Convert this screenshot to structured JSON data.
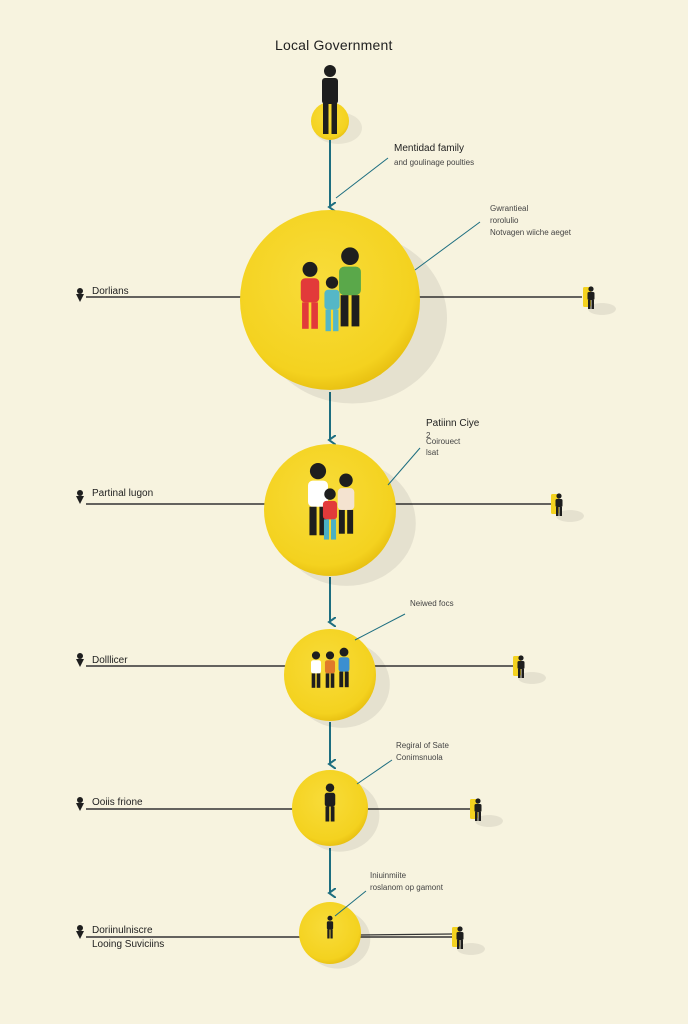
{
  "title": "Local Government",
  "colors": {
    "background": "#f7f3df",
    "node": "#f4d21f",
    "node_edge": "#e3b90c",
    "arrow": "#1d6e80",
    "line": "#333333",
    "figure": "#1e1e1e"
  },
  "top_figure_icon": "person-icon",
  "connectors": "down-arrow",
  "levels": [
    {
      "id": "level-1",
      "icon": "family-group-icon",
      "notes": [
        "Mentidad family",
        "and goulinage poulties"
      ],
      "side_label": "Dorlians"
    },
    {
      "id": "level-2",
      "icon": "family-group-icon",
      "notes": [
        "Gwrantieal",
        "rorolulio",
        "Notvagen wiiche aeget"
      ],
      "side_label": "Partinal lugon"
    },
    {
      "id": "level-3",
      "icon": "group-icon",
      "notes": [
        "Patiinn Ciye",
        "2",
        "Coirouect",
        "lsat"
      ],
      "side_label": "Dolllicer"
    },
    {
      "id": "level-4",
      "icon": "person-icon",
      "notes": [
        "Neiwed focs"
      ],
      "side_label": "Ooiis frione"
    },
    {
      "id": "level-5",
      "icon": "person-icon",
      "notes": [
        "Regiral of Sate",
        "Conimsnuola"
      ],
      "side_label": "Doriinulniscre"
    },
    {
      "id": "level-6",
      "icon": "person-icon",
      "notes": [
        "Iniuinmiite",
        "roslanom op gamont"
      ],
      "side_label": "Looing Suviciins"
    }
  ]
}
